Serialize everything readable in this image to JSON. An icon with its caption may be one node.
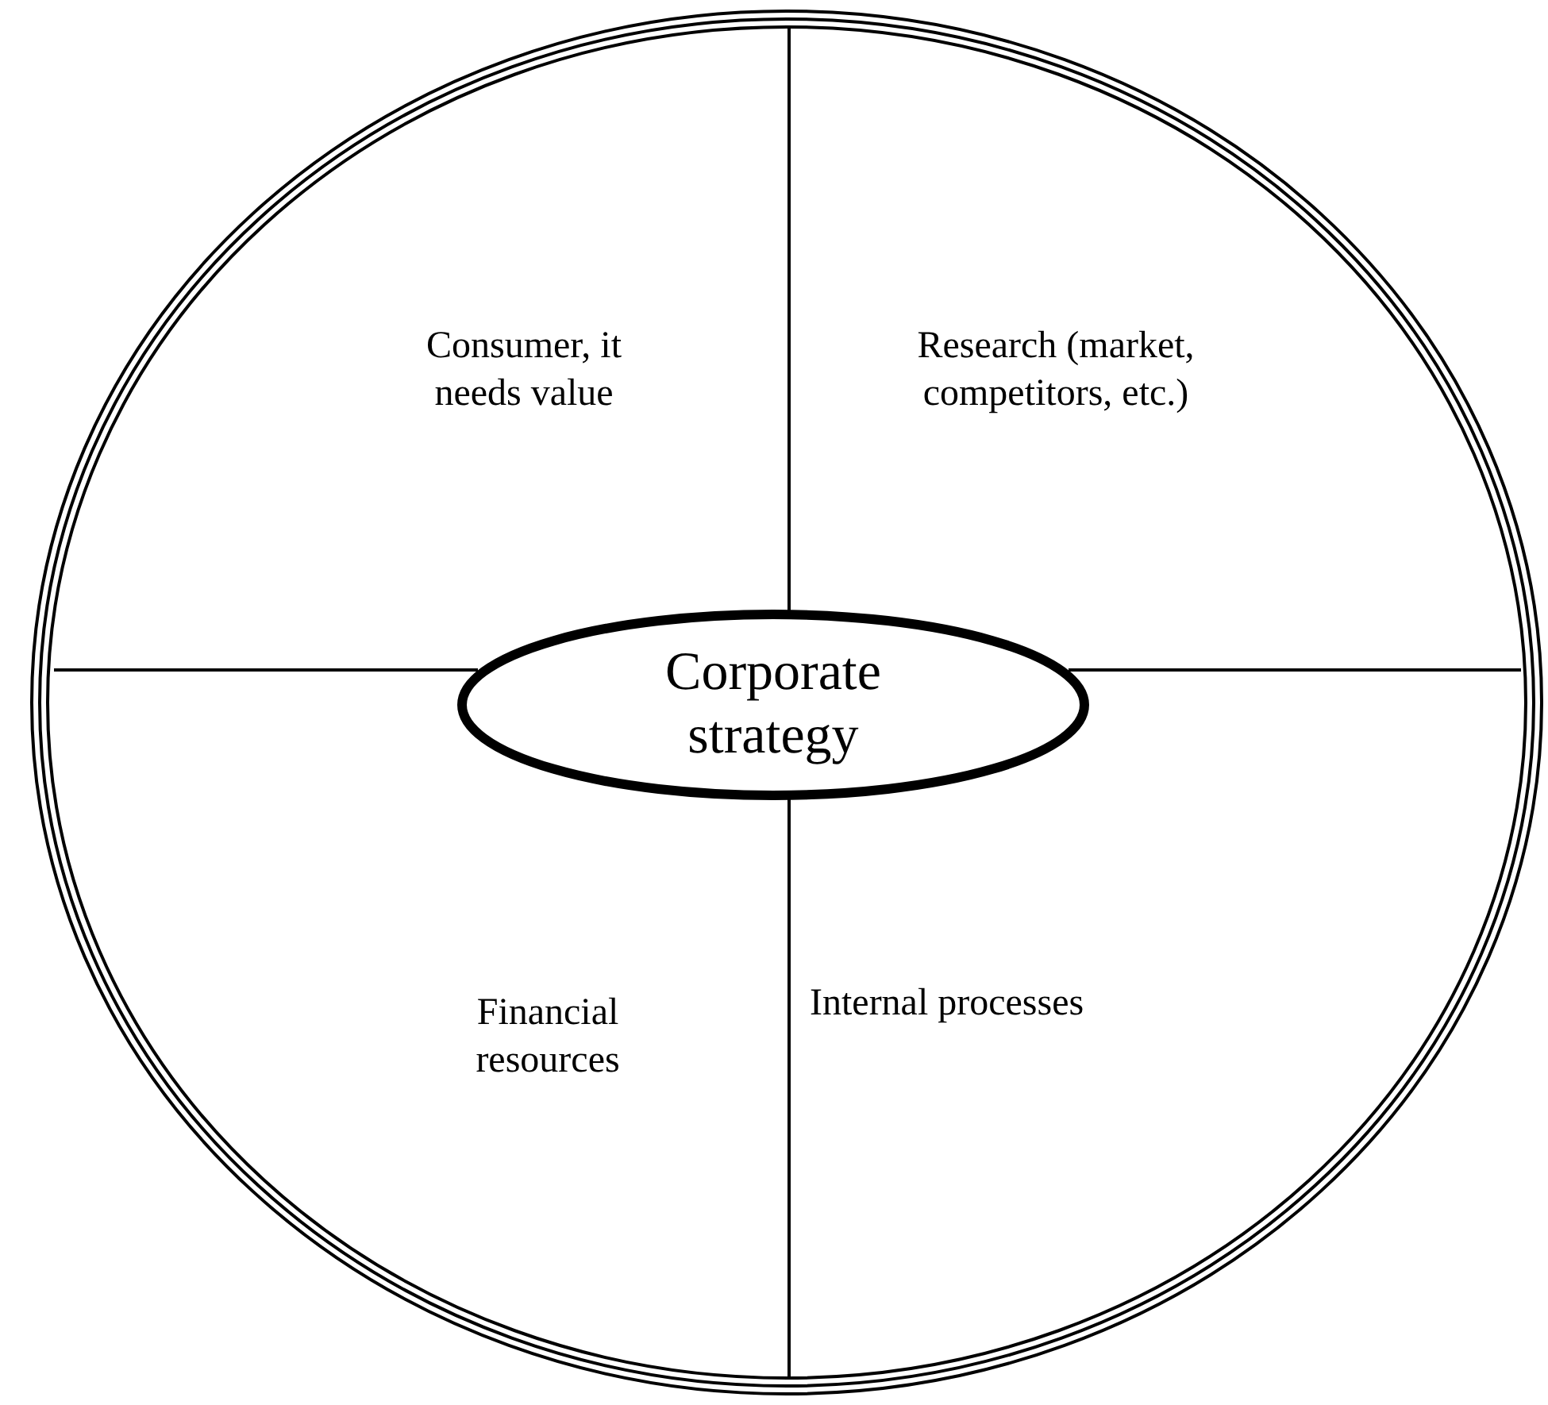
{
  "diagram": {
    "nodes": [
      {
        "text": [],
        "shape": "circle"
      },
      {
        "text": [
          "Corporate strategy"
        ],
        "in": 0
      }
    ],
    "labels": [
      "Consumer, it needs value",
      "Research (market, competitors, etc.)",
      "Financial resources",
      "Internal processes"
    ]
  }
}
